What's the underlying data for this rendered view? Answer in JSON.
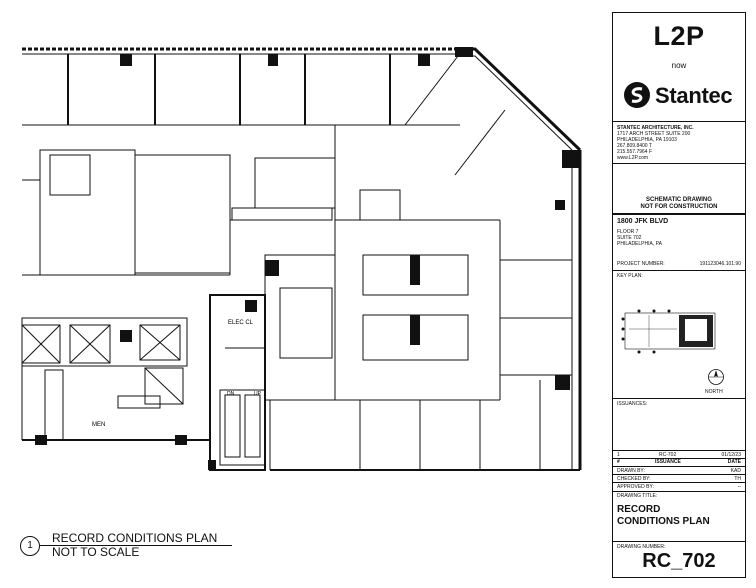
{
  "title_block": {
    "brand": "L2P",
    "now": "now",
    "stantec": "Stantec",
    "firm": {
      "name": "STANTEC ARCHITECTURE, INC.",
      "address1": "1717 ARCH STREET SUITE 200",
      "address2": "PHILADELPHIA, PA 19103",
      "phone": "267.809.8400 T",
      "fax": "215.557.7964 F",
      "web": "www.L2P.com"
    },
    "notice_line1": "SCHEMATIC DRAWING",
    "notice_line2": "NOT FOR CONSTRUCTION",
    "project": {
      "name": "1800 JFK BLVD",
      "floor": "FLOOR 7",
      "suite": "SUITE 702",
      "city": "PHILADELPHIA, PA",
      "number_label": "PROJECT NUMBER:",
      "number": "191123046.101.90"
    },
    "key_plan_label": "KEY PLAN:",
    "north_label": "NORTH",
    "issuances_label": "ISSUANCES:",
    "issuance_row": {
      "num": "1",
      "name": "RC-702",
      "date": "01/12/23"
    },
    "issuance_header": {
      "num": "#",
      "name": "ISSUANCE",
      "date": "DATE"
    },
    "drawn_by_label": "DRAWN BY:",
    "drawn_by": "KAD",
    "checked_by_label": "CHECKED BY:",
    "checked_by": "TH",
    "approved_by_label": "APPROVED BY:",
    "approved_by": "--",
    "drawing_title_label": "DRAWING TITLE:",
    "drawing_title_line1": "RECORD",
    "drawing_title_line2": "CONDITIONS PLAN",
    "drawing_number_label": "DRAWING NUMBER:",
    "drawing_number": "RC_702"
  },
  "plan": {
    "elec_label": "ELEC CL",
    "men_label": "MEN",
    "dn_label": "DN",
    "up_label": "UP"
  },
  "caption": {
    "number": "1",
    "title": "RECORD CONDITIONS PLAN",
    "scale": "NOT TO SCALE"
  }
}
